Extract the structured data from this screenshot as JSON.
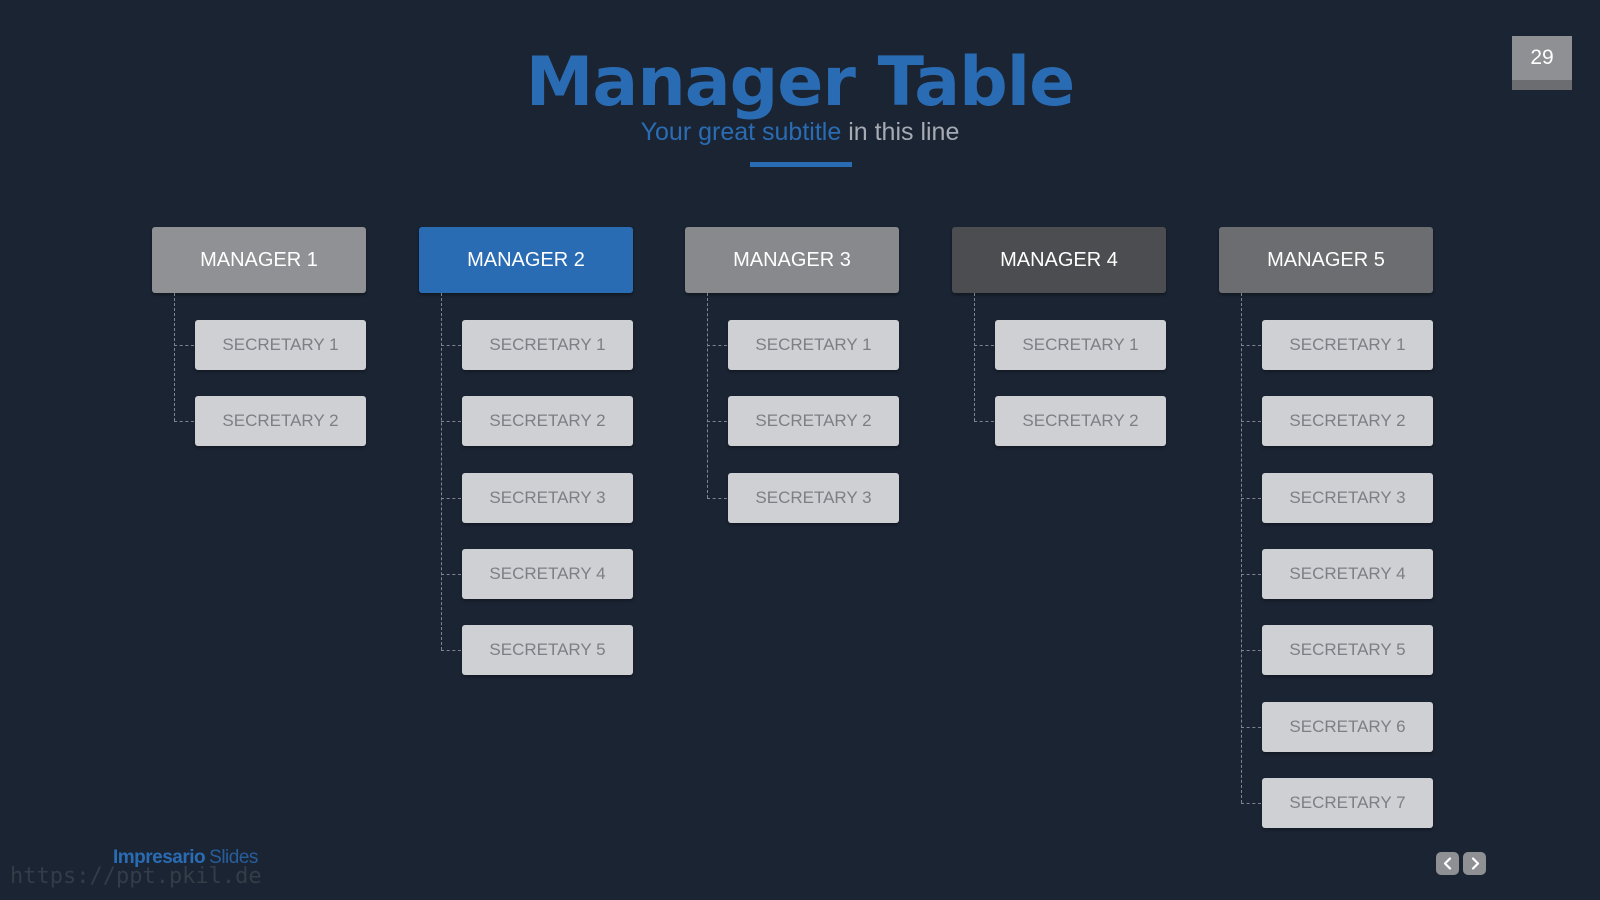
{
  "slide": {
    "title": "Manager Table",
    "subtitle_accent": "Your great subtitle",
    "subtitle_rest": "in this line",
    "page_number": "29"
  },
  "footer": {
    "brand_bold": "Impresario",
    "brand_light": "Slides",
    "watermark": "https://ppt.pkil.de"
  },
  "navigation": {
    "prev_icon": "chevron-left-icon",
    "next_icon": "chevron-right-icon"
  },
  "colors": {
    "background": "#1b2433",
    "accent": "#2a6cb4",
    "secretary_fill": "#cfd0d3"
  },
  "org_chart": {
    "managers": [
      {
        "label": "MANAGER 1",
        "color": "#909194",
        "secretaries": [
          "SECRETARY 1",
          "SECRETARY 2"
        ]
      },
      {
        "label": "MANAGER 2",
        "color": "#2a6cb4",
        "secretaries": [
          "SECRETARY 1",
          "SECRETARY 2",
          "SECRETARY 3",
          "SECRETARY 4",
          "SECRETARY 5"
        ]
      },
      {
        "label": "MANAGER 3",
        "color": "#88898c",
        "secretaries": [
          "SECRETARY 1",
          "SECRETARY 2",
          "SECRETARY 3"
        ]
      },
      {
        "label": "MANAGER 4",
        "color": "#4c4d50",
        "secretaries": [
          "SECRETARY 1",
          "SECRETARY 2"
        ]
      },
      {
        "label": "MANAGER 5",
        "color": "#6c6d70",
        "secretaries": [
          "SECRETARY 1",
          "SECRETARY 2",
          "SECRETARY 3",
          "SECRETARY 4",
          "SECRETARY 5",
          "SECRETARY 6",
          "SECRETARY 7"
        ]
      }
    ]
  }
}
